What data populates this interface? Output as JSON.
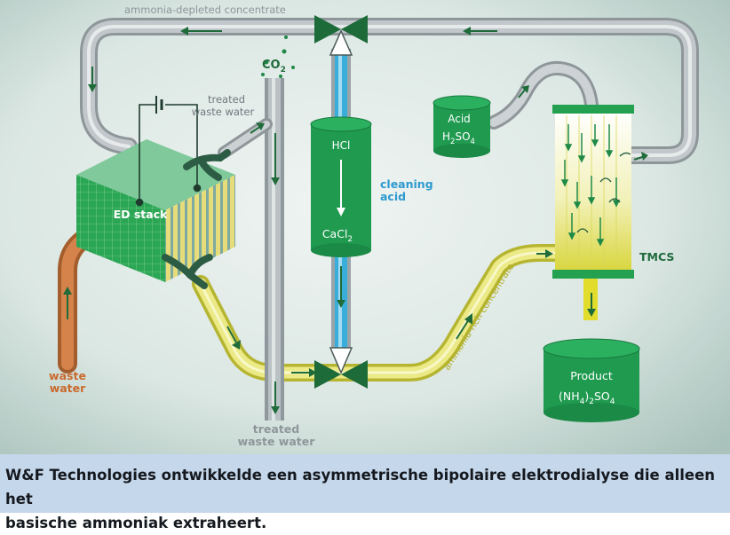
{
  "diagram": {
    "labels": {
      "ammonia_depleted": "ammonia-depleted concentrate",
      "co2": "CO",
      "co2_sub": "2",
      "treated_top_line1": "treated",
      "treated_top_line2": "waste water",
      "ed_stack": "ED stack",
      "hcl": "HCl",
      "cacl_main": "CaCl",
      "cacl_sub": "2",
      "cleaning_line1": "cleaning",
      "cleaning_line2": "acid",
      "acid_line1": "Acid",
      "acid_formula_h": "H",
      "acid_formula_h_sub": "2",
      "acid_formula_rest": "SO",
      "acid_formula_sub": "4",
      "tmcs": "TMCS",
      "ammonia_rich": "ammonia-rich concentrate",
      "product_line1": "Product",
      "product_formula_a": "(NH",
      "product_formula_a_sub": "4",
      "product_formula_b": ")",
      "product_formula_b_sub": "2",
      "product_formula_c": "SO",
      "product_formula_c_sub": "4",
      "waste_line1": "waste",
      "waste_line2": "water",
      "treated_bottom_line1": "treated",
      "treated_bottom_line2": "waste water"
    },
    "colors": {
      "green": "#1e9c4f",
      "dark_green": "#1f5a3a",
      "grey_pipe": "#aab1b5",
      "yellow_pipe": "#e3e06a",
      "blue_pipe": "#35a9d8",
      "orange_pipe": "#c9753d",
      "cleaning_text": "#2e9ad0",
      "waste_text": "#c9692c",
      "tmcs_text": "#1f6a3d"
    }
  },
  "caption": {
    "line1": "W&F Technologies ontwikkelde een asymmetrische bipolaire elektrodialyse die alleen het",
    "line2": "basische ammoniak extraheert."
  }
}
